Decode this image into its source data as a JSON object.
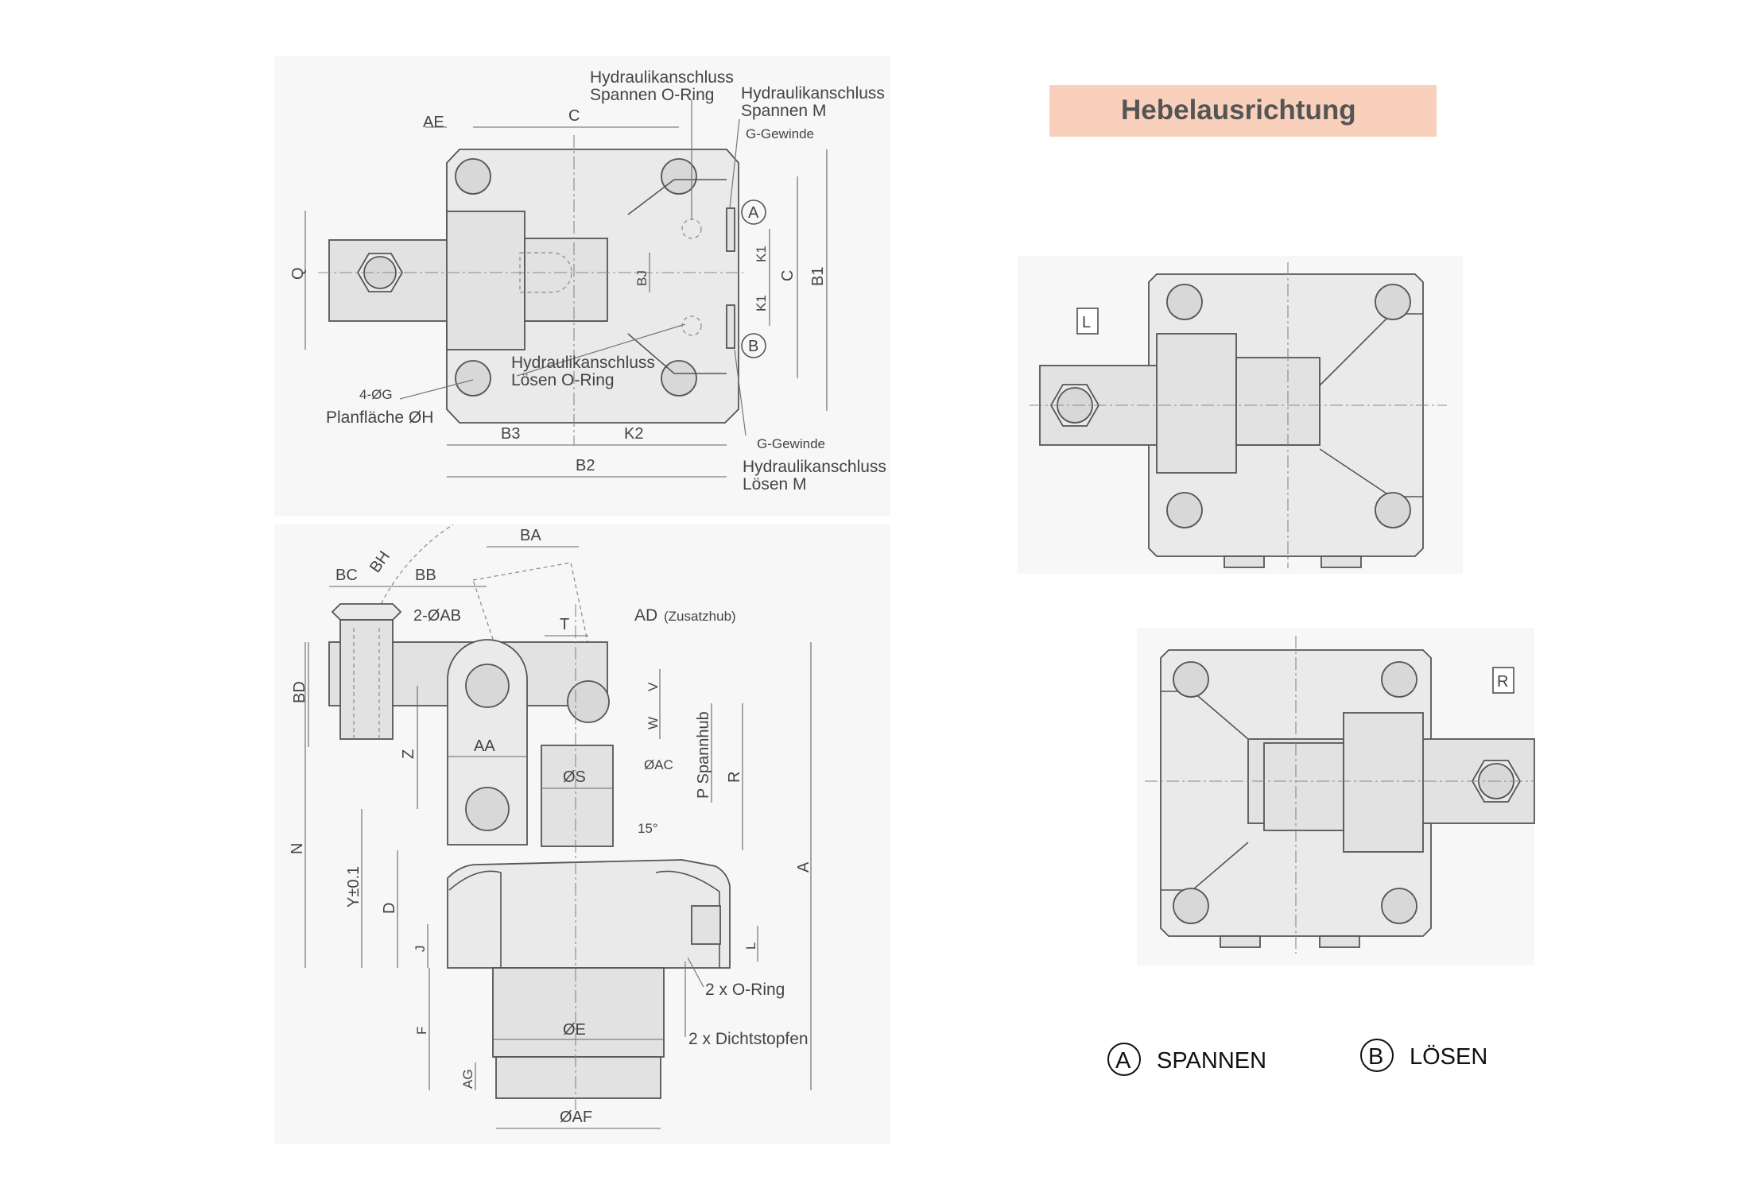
{
  "title": "Hebelausrichtung",
  "title_bg": "#f8d0bb",
  "top_view": {
    "labels": {
      "hyd_spannen_oring": [
        "Hydraulikanschluss",
        "Spannen O-Ring"
      ],
      "hyd_spannen_m": [
        "Hydraulikanschluss",
        "Spannen M"
      ],
      "g_gewinde_top": "G-Gewinde",
      "hyd_loesen_oring": [
        "Hydraulikanschluss",
        "Lösen O-Ring"
      ],
      "g_gewinde_bottom": "G-Gewinde",
      "hyd_loesen_m": [
        "Hydraulikanschluss",
        "Lösen M"
      ],
      "holes": "4-ØG",
      "planflaeche": "Planfläche ØH",
      "port_a": "A",
      "port_b": "B"
    },
    "dims": {
      "ae": "AE",
      "c": "C",
      "c_v": "C",
      "b1": "B1",
      "q": "Q",
      "bj": "BJ",
      "k1a": "K1",
      "k1b": "K1",
      "b3": "B3",
      "k2": "K2",
      "b2": "B2"
    }
  },
  "side_view": {
    "dims": {
      "ba": "BA",
      "bc": "BC",
      "bh": "BH",
      "bb": "BB",
      "ab": "2-ØAB",
      "t": "T",
      "ad": "AD",
      "ad_note": "(Zusatzhub)",
      "bd": "BD",
      "v": "V",
      "w": "W",
      "z": "Z",
      "aa": "AA",
      "s": "ØS",
      "ac": "ØAC",
      "p": "P Spannhub",
      "r": "R",
      "angle": "15°",
      "n": "N",
      "y": "Y±0.1",
      "d": "D",
      "a": "A",
      "j": "J",
      "l": "L",
      "f": "F",
      "e": "ØE",
      "ag": "AG",
      "af": "ØAF"
    },
    "labels": {
      "oring": "2 x O-Ring",
      "plug": "2 x Dichtstopfen"
    }
  },
  "orient": {
    "left": "L",
    "right": "R"
  },
  "legend": [
    {
      "symbol": "A",
      "label": "SPANNEN"
    },
    {
      "symbol": "B",
      "label": "LÖSEN"
    }
  ]
}
